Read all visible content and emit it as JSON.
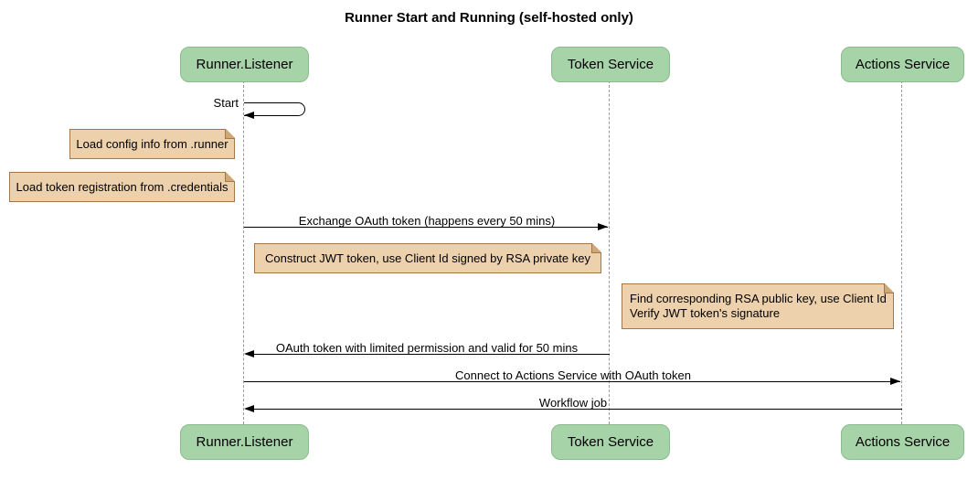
{
  "title": "Runner Start and Running (self-hosted only)",
  "participants": [
    {
      "id": "runner-listener",
      "label": "Runner.Listener"
    },
    {
      "id": "token-service",
      "label": "Token Service"
    },
    {
      "id": "actions-service",
      "label": "Actions Service"
    }
  ],
  "messages": [
    {
      "label": "Start",
      "from": "Runner.Listener",
      "to": "Runner.Listener",
      "type": "self"
    },
    {
      "label": "Exchange OAuth token (happens every 50 mins)",
      "from": "Runner.Listener",
      "to": "Token Service",
      "type": "solid-arrow"
    },
    {
      "label": "OAuth token with limited permission and valid for 50 mins",
      "from": "Token Service",
      "to": "Runner.Listener",
      "type": "solid-arrow"
    },
    {
      "label": "Connect to Actions Service with OAuth token",
      "from": "Runner.Listener",
      "to": "Actions Service",
      "type": "solid-arrow"
    },
    {
      "label": "Workflow job",
      "from": "Actions Service",
      "to": "Runner.Listener",
      "type": "solid-arrow"
    }
  ],
  "notes": [
    {
      "position": "left of Runner.Listener",
      "lines": [
        "Load config info from .runner"
      ]
    },
    {
      "position": "left of Runner.Listener",
      "lines": [
        "Load token registration from .credentials"
      ]
    },
    {
      "position": "over Runner.Listener and Token Service",
      "lines": [
        "Construct JWT token, use Client Id signed by RSA private key"
      ]
    },
    {
      "position": "over Actions Service",
      "lines": [
        "Find corresponding RSA public key, use Client Id",
        "Verify JWT token's signature"
      ]
    }
  ],
  "colors": {
    "actor_fill": "#a7d3a9",
    "actor_border": "#8abb8c",
    "note_fill": "#edd1ac",
    "note_border": "#a2784a",
    "lifeline": "#999999",
    "arrow": "#000000",
    "background": "#ffffff",
    "text": "#000000"
  }
}
